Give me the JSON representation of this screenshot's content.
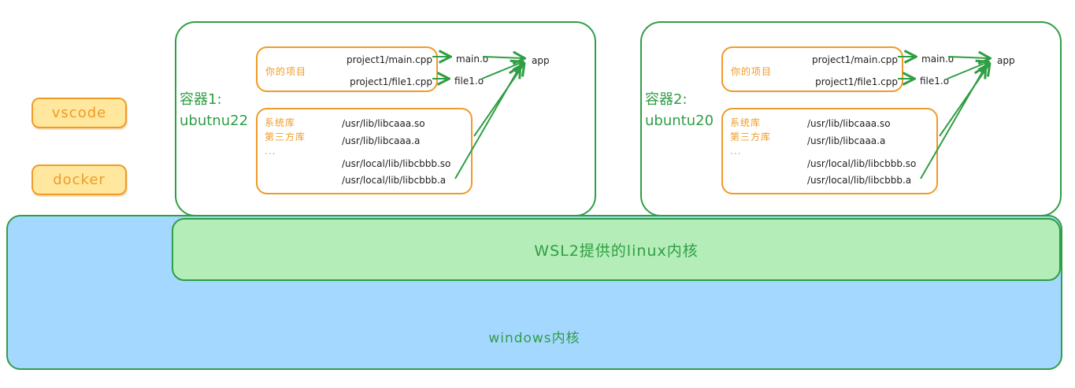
{
  "stack": {
    "vscode_label": "vscode",
    "docker_label": "docker"
  },
  "containers": [
    {
      "title_line1": "容器1:",
      "title_line2": "ubutnu22",
      "project": {
        "label": "你的项目",
        "source1": "project1/main.cpp",
        "source2": "project1/file1.cpp"
      },
      "object1": "main.o",
      "object2": "file1.o",
      "app": "app",
      "libs": {
        "label1": "系统库",
        "label2": "第三方库",
        "label3": "...",
        "file1": "/usr/lib/libcaaa.so",
        "file2": "/usr/lib/libcaaa.a",
        "file3": "/usr/local/lib/libcbbb.so",
        "file4": "/usr/local/lib/libcbbb.a"
      }
    },
    {
      "title_line1": "容器2:",
      "title_line2": "ubuntu20",
      "project": {
        "label": "你的项目",
        "source1": "project1/main.cpp",
        "source2": "project1/file1.cpp"
      },
      "object1": "main.o",
      "object2": "file1.o",
      "app": "app",
      "libs": {
        "label1": "系统库",
        "label2": "第三方库",
        "label3": "...",
        "file1": "/usr/lib/libcaaa.so",
        "file2": "/usr/lib/libcaaa.a",
        "file3": "/usr/local/lib/libcbbb.so",
        "file4": "/usr/local/lib/libcbbb.a"
      }
    }
  ],
  "kernel_bands": {
    "wsl2_label": "WSL2提供的linux内核",
    "windows_label": "windows内核"
  },
  "colors": {
    "green": "#2f9e44",
    "green_fill": "#b5edb8",
    "blue_fill": "#a5d8ff",
    "orange": "#ef9b28",
    "yellow_fill": "#ffe79d",
    "ink": "#1e1e1e"
  }
}
